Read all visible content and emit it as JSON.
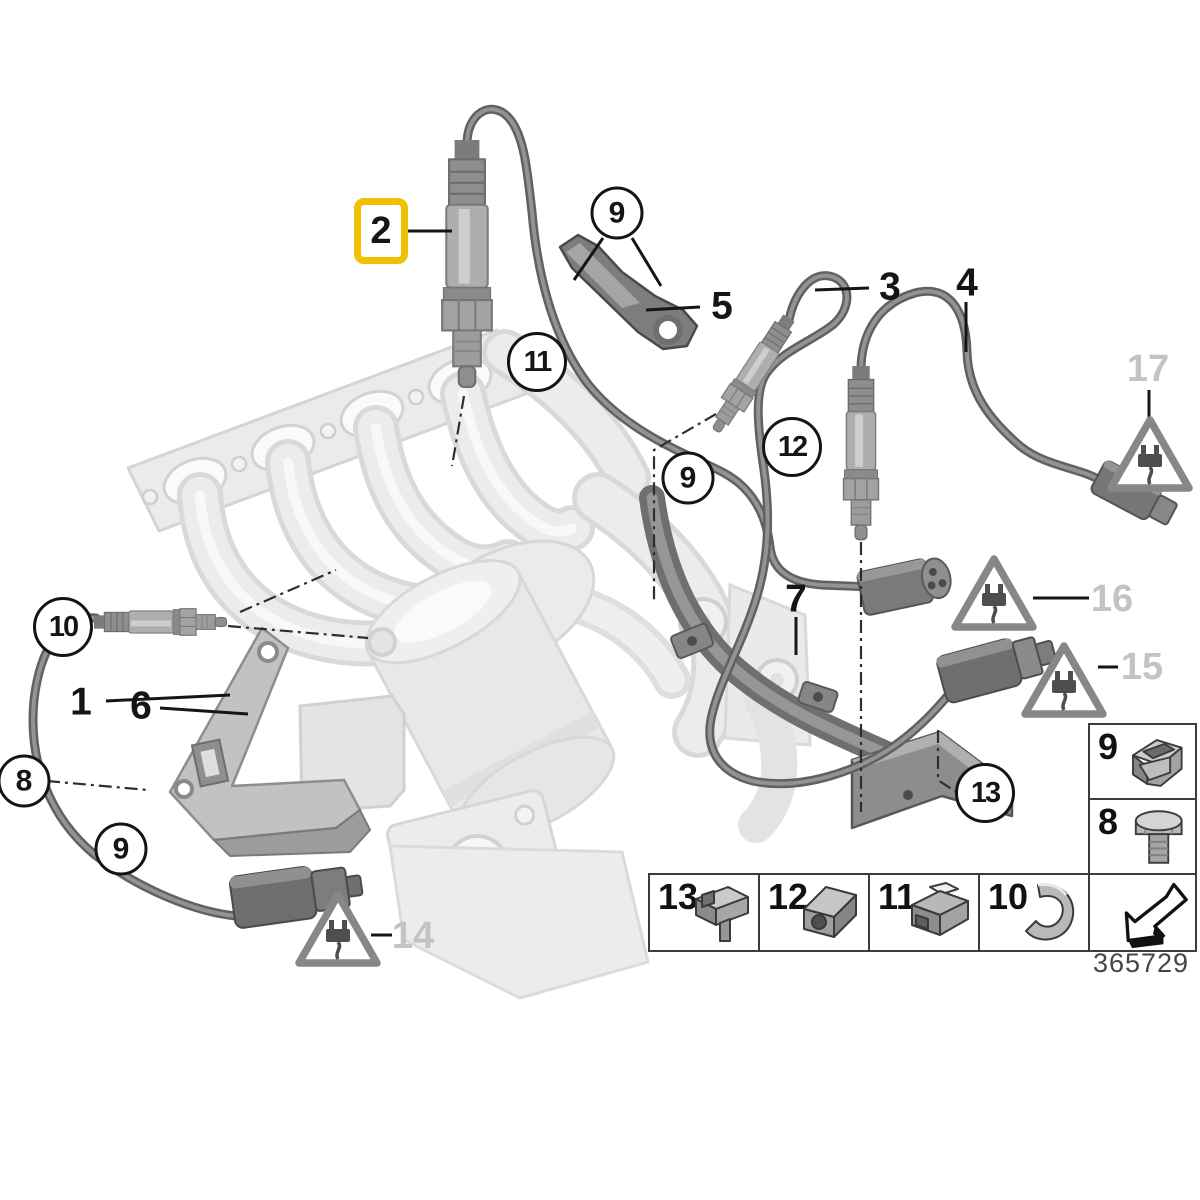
{
  "document": {
    "background": "#ffffff",
    "part_number": "365729"
  },
  "colors": {
    "highlight_yellow": "#efc100",
    "muted_label_gray": "#c3c3c3",
    "cable_gray": "#666666",
    "ghost_gray": "#e8e8e8",
    "leader_black": "#1a1a1a"
  },
  "callouts": [
    {
      "label": "2",
      "style": "highlighted-box"
    },
    {
      "label": "9",
      "style": "circled"
    },
    {
      "label": "5",
      "style": "plain"
    },
    {
      "label": "11",
      "style": "circled"
    },
    {
      "label": "3",
      "style": "plain"
    },
    {
      "label": "4",
      "style": "plain"
    },
    {
      "label": "17",
      "style": "muted-with-warning-triangle"
    },
    {
      "label": "12",
      "style": "circled"
    },
    {
      "label": "9",
      "style": "circled"
    },
    {
      "label": "16",
      "style": "muted-with-warning-triangle"
    },
    {
      "label": "15",
      "style": "muted-with-warning-triangle"
    },
    {
      "label": "7",
      "style": "plain"
    },
    {
      "label": "13",
      "style": "circled"
    },
    {
      "label": "10",
      "style": "circled"
    },
    {
      "label": "1",
      "style": "plain"
    },
    {
      "label": "6",
      "style": "plain"
    },
    {
      "label": "8",
      "style": "circled"
    },
    {
      "label": "9",
      "style": "circled"
    },
    {
      "label": "14",
      "style": "muted-with-warning-triangle"
    }
  ],
  "warning_triangle_icon": "electrical-plug-warning-triangle-icon",
  "legend": {
    "side_column": [
      {
        "label": "9",
        "icon": "clip-nut-icon"
      },
      {
        "label": "8",
        "icon": "hex-bolt-icon"
      }
    ],
    "bottom_row": [
      {
        "label": "13",
        "icon": "push-clip-icon"
      },
      {
        "label": "12",
        "icon": "box-clip-icon"
      },
      {
        "label": "11",
        "icon": "fold-clip-icon"
      },
      {
        "label": "10",
        "icon": "hook-clip-icon"
      }
    ],
    "corner_icon": "removal-direction-arrow-icon"
  },
  "part_number": "365729"
}
